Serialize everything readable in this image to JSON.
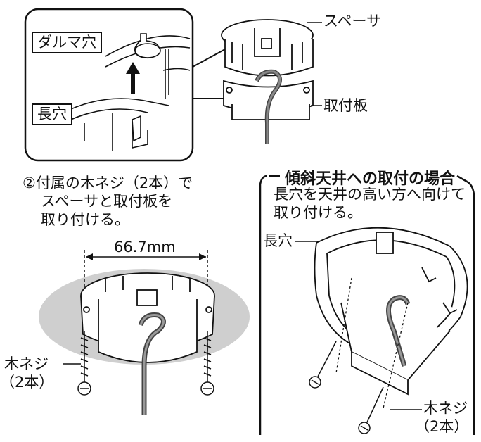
{
  "top": {
    "daruma_label": "ダルマ穴",
    "nagaana_label": "長穴",
    "spacer_label": "スペーサ",
    "plate_label": "取付板"
  },
  "step2": {
    "line1": "②付属の木ネジ（2本）で",
    "line2": "スペーサと取付板を",
    "line3": "取り付ける。",
    "dimension": "66.7mm",
    "screw_label_1": "木ネジ",
    "screw_label_2": "（2本）"
  },
  "slanted": {
    "title": "傾斜天井への取付の場合",
    "line1": "長穴を天井の高い方へ向けて",
    "line2": "取り付ける。",
    "nagaana_label": "長穴",
    "screw_label_1": "木ネジ",
    "screw_label_2": "（2本）"
  }
}
